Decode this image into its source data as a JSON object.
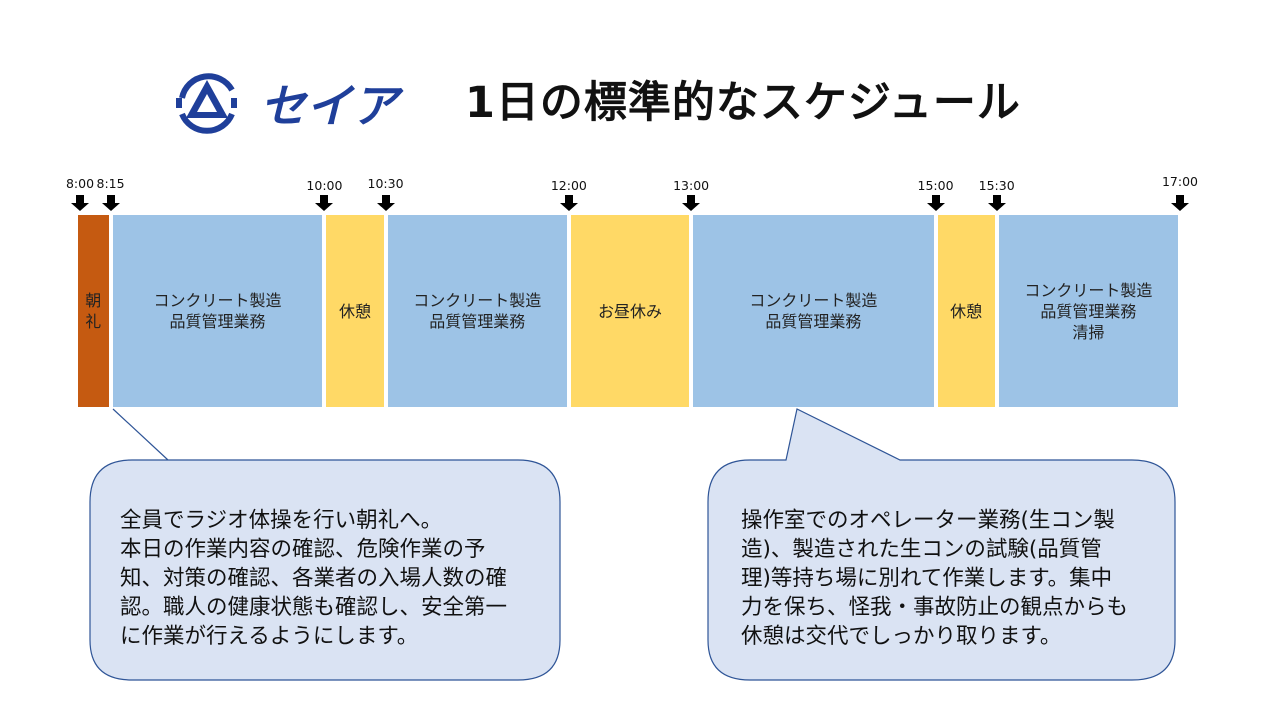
{
  "header": {
    "logo_text": "セイア",
    "title": "1日の標準的なスケジュール",
    "brand_color": "#1f3f9a"
  },
  "colors": {
    "morning": "#c55a11",
    "work": "#9dc3e6",
    "break": "#ffd966",
    "callout_fill": "#dae3f3",
    "callout_border": "#2f5597"
  },
  "timeline": {
    "time_markers": [
      "8:00",
      "8:15",
      "10:00",
      "10:30",
      "12:00",
      "13:00",
      "15:00",
      "15:30",
      "17:00"
    ],
    "segments": [
      {
        "start": "8:00",
        "end": "8:15",
        "type": "morning",
        "label": "朝礼"
      },
      {
        "start": "8:15",
        "end": "10:00",
        "type": "work",
        "label": "コンクリート製造\n品質管理業務"
      },
      {
        "start": "10:00",
        "end": "10:30",
        "type": "break",
        "label": "休憩"
      },
      {
        "start": "10:30",
        "end": "12:00",
        "type": "work",
        "label": "コンクリート製造\n品質管理業務"
      },
      {
        "start": "12:00",
        "end": "13:00",
        "type": "break",
        "label": "お昼休み"
      },
      {
        "start": "13:00",
        "end": "15:00",
        "type": "work",
        "label": "コンクリート製造\n品質管理業務"
      },
      {
        "start": "15:00",
        "end": "15:30",
        "type": "break",
        "label": "休憩"
      },
      {
        "start": "15:30",
        "end": "17:00",
        "type": "work",
        "label": "コンクリート製造\n品質管理業務\n清掃"
      }
    ]
  },
  "callouts": [
    {
      "points_to": "朝礼",
      "text": "全員でラジオ体操を行い朝礼へ。\n本日の作業内容の確認、危険作業の予\n知、対策の確認、各業者の入場人数の確\n認。職人の健康状態も確認し、安全第一\nに作業が行えるようにします。"
    },
    {
      "points_to": "13:00-15:00 コンクリート製造 品質管理業務",
      "text": "操作室でのオペレーター業務(生コン製\n造)、製造された生コンの試験(品質管\n理)等持ち場に別れて作業します。集中\n力を保ち、怪我・事故防止の観点からも\n休憩は交代でしっかり取ります。"
    }
  ]
}
